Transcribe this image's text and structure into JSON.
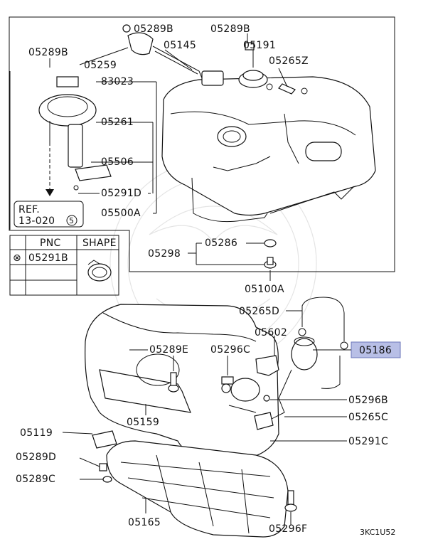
{
  "diagram_code": "3KC1U52",
  "reference": {
    "line1": "REF.",
    "line2": "13-020",
    "circled": "5"
  },
  "shape_table": {
    "header_pnc": "PNC",
    "header_shape": "SHAPE",
    "row_symbol": "⊗",
    "row_pnc": "05291B"
  },
  "labels": {
    "p05289B_top1": "05289B",
    "p05289B_top2": "05289B",
    "p05289B_left": "05289B",
    "p05259": "05259",
    "p05145": "05145",
    "p05191": "05191",
    "p05265Z": "05265Z",
    "p83023": "83023",
    "p05261": "05261",
    "p05506": "05506",
    "p05291D": "05291D",
    "p05500A": "05500A",
    "p05286": "05286",
    "p05298": "05298",
    "p05100A": "05100A",
    "p05265D": "05265D",
    "p05602": "05602",
    "p05186": "05186",
    "p05289E": "05289E",
    "p05296C": "05296C",
    "p05296B": "05296B",
    "p05265C": "05265C",
    "p05159": "05159",
    "p05119": "05119",
    "p05291C": "05291C",
    "p05289D": "05289D",
    "p05289C": "05289C",
    "p05165": "05165",
    "p05296F": "05296F"
  },
  "highlight_color": "#b8bfe6"
}
